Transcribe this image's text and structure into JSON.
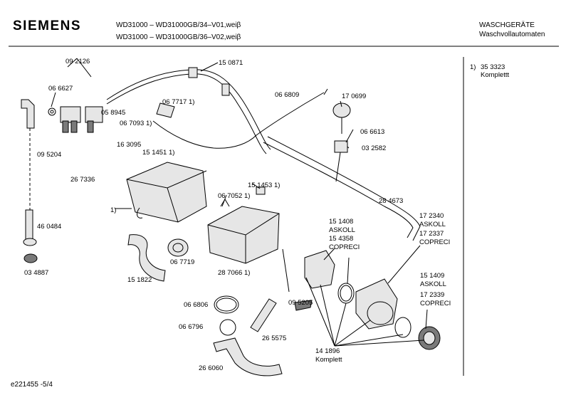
{
  "header": {
    "brand": "SIEMENS",
    "model_line_1": "WD31000 – WD31000GB/34–V01,weiβ",
    "model_line_2": "WD31000 – WD31000GB/36–V02,weiβ",
    "category_line_1": "WASCHGERÄTE",
    "category_line_2": "Waschvollautomaten"
  },
  "side_note": {
    "ref": "1)",
    "part": "35 3323",
    "desc": "Komplettt"
  },
  "footer": {
    "doc_id": "e221455   -5/4"
  },
  "colors": {
    "ink": "#000000",
    "part_fill": "#e6e6e6",
    "part_dark": "#7a7a7a"
  },
  "labels": [
    "09 2126",
    "15 0871",
    "06 6627",
    "05 8945",
    "06 7717 1)",
    "06 6809",
    "17 0699",
    "06 7093 1)",
    "16 3095",
    "06 6613",
    "03 2582",
    "09 5204",
    "15 1451 1)",
    "26 7336",
    "15 1453 1)",
    "06 7052 1)",
    "28 4673",
    "1)",
    "46 0484",
    "17 2340",
    "ASKOLL",
    "17 2337",
    "COPRECI",
    "15 1408",
    "ASKOLL",
    "15 4358",
    "COPRECI",
    "28 7066 1)",
    "06 7719",
    "03 4887",
    "15 1822",
    "15 1409",
    "ASKOLL",
    "17 2339",
    "COPRECI",
    "06 6806",
    "09 5205",
    "06 6796",
    "26 5575",
    "14 1896",
    "Komplett",
    "26 6060"
  ]
}
